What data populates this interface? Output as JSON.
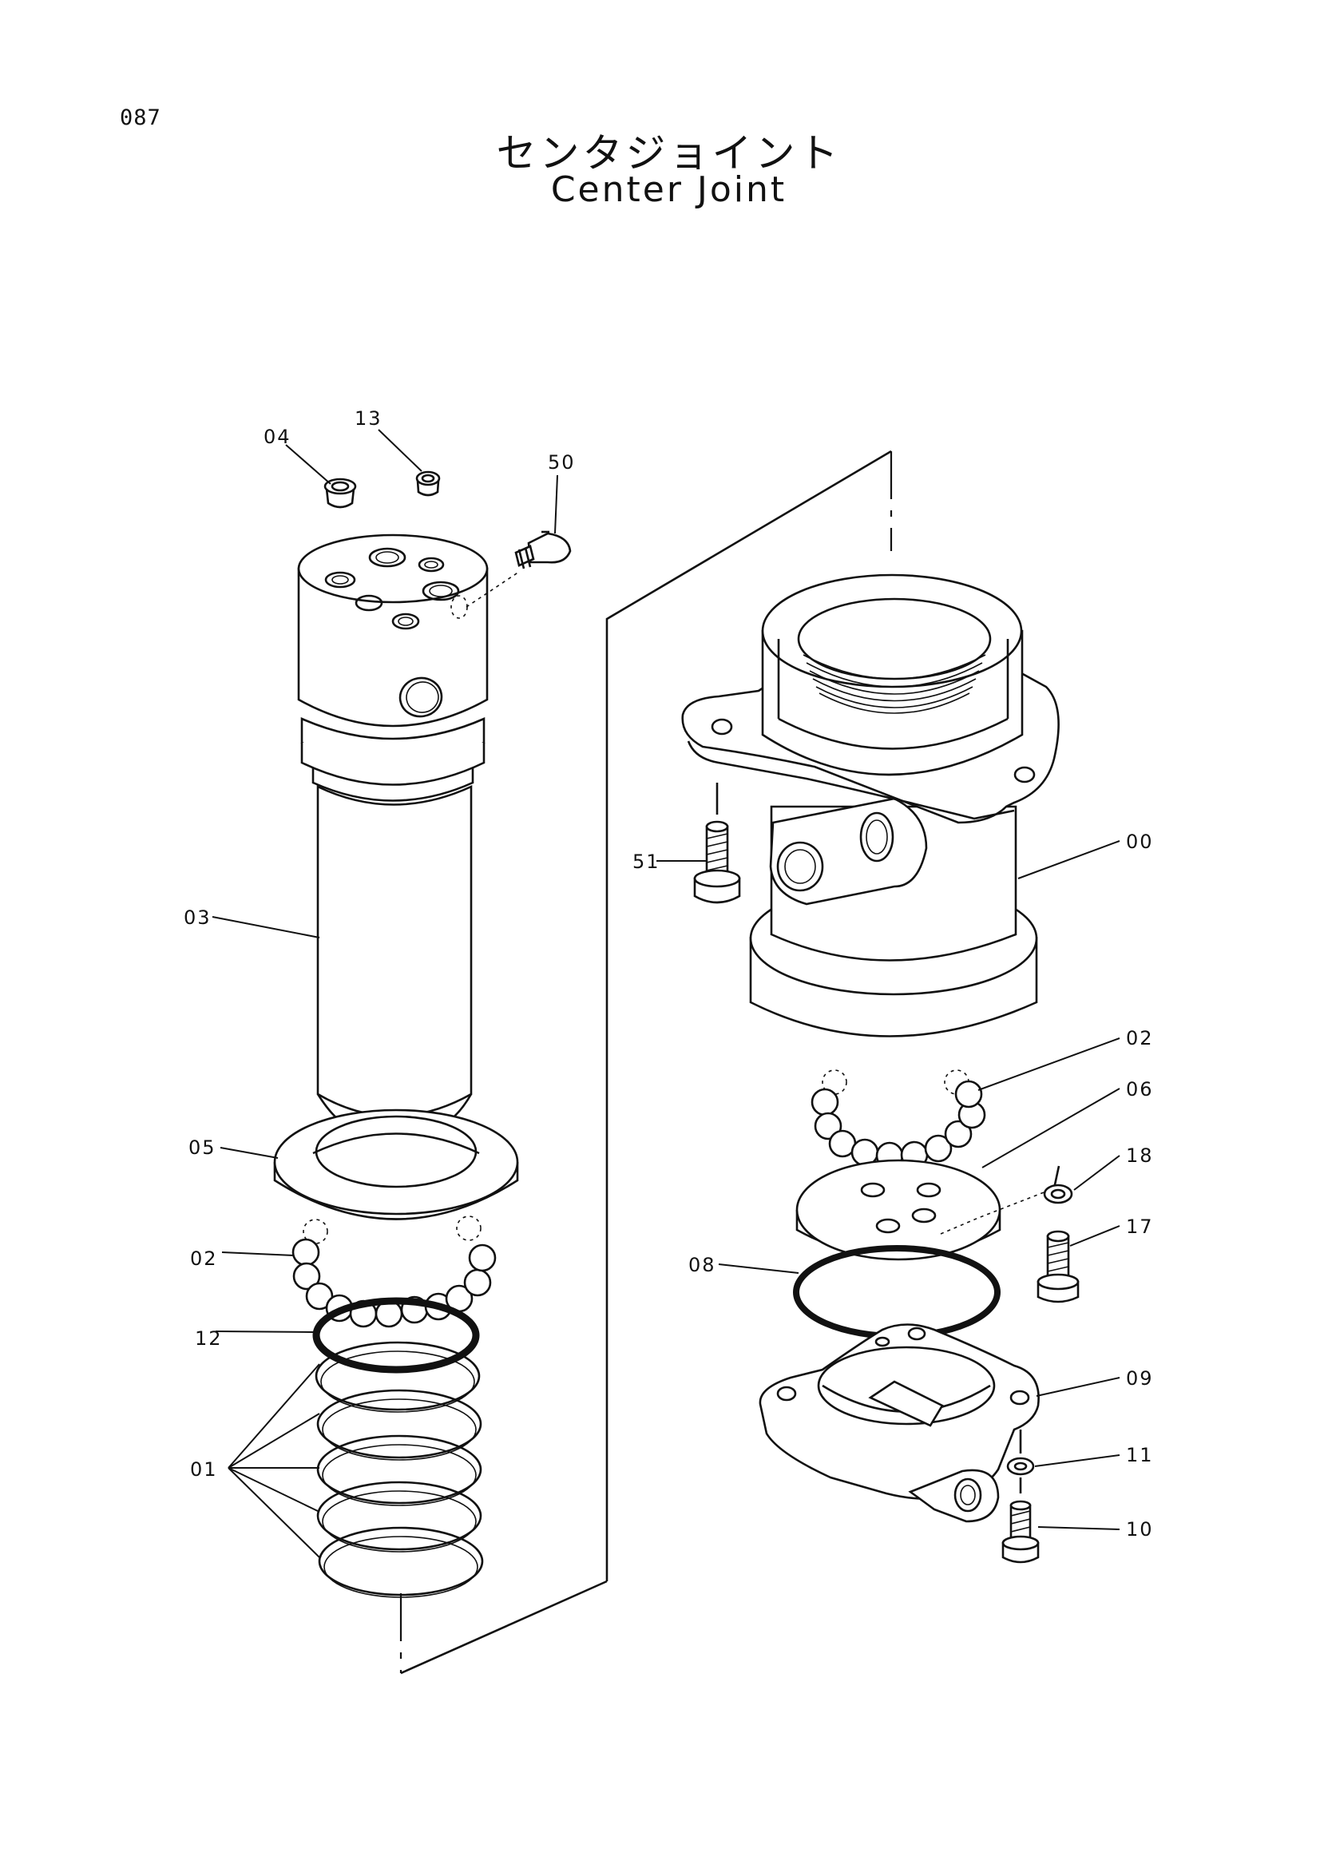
{
  "page": {
    "number": "087"
  },
  "title": {
    "japanese": "センタジョイント",
    "english": "Center Joint"
  },
  "callouts": {
    "c00": "00",
    "c01": "01",
    "c02a": "02",
    "c02b": "02",
    "c03": "03",
    "c04": "04",
    "c05": "05",
    "c06": "06",
    "c08": "08",
    "c09": "09",
    "c10": "10",
    "c11": "11",
    "c12": "12",
    "c13": "13",
    "c17": "17",
    "c18": "18",
    "c50": "50",
    "c51": "51"
  }
}
